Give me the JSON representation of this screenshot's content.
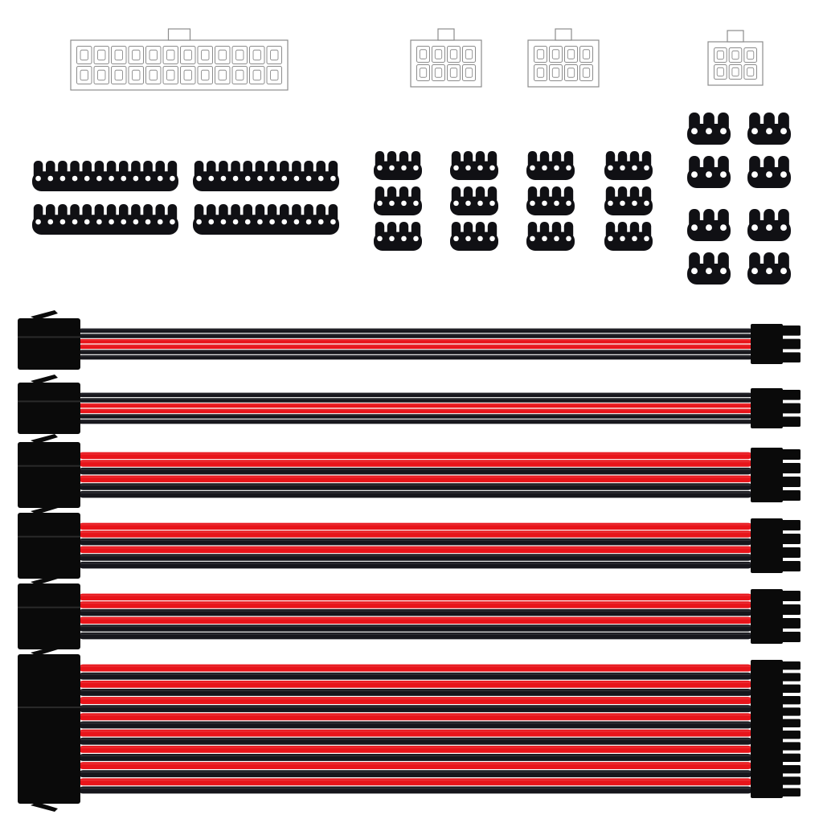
{
  "product": {
    "description_visible_text": "",
    "colors": {
      "background": "#ffffff",
      "sleeve_red": "#e8141a",
      "sleeve_black": "#16161c",
      "connector_black": "#0a0a0a",
      "comb_black": "#101014",
      "diagram_line": "#8c8c8c"
    },
    "diagrams": [
      {
        "name": "24-pin-diagram",
        "cols": 12
      },
      {
        "name": "8-pin-diagram-a",
        "cols": 4
      },
      {
        "name": "8-pin-diagram-b",
        "cols": 4
      },
      {
        "name": "6-pin-diagram",
        "cols": 3
      }
    ],
    "combs": [
      {
        "group": "24-pin-combs",
        "count": 4,
        "slots": 12
      },
      {
        "group": "8-pin-combs",
        "count": 12,
        "slots": 4
      },
      {
        "group": "6-pin-combs",
        "count": 8,
        "slots": 3
      }
    ],
    "cables": [
      {
        "name": "cable-6pin",
        "wires": [
          "k",
          "k",
          "r",
          "r",
          "k",
          "k"
        ],
        "end": "6pin"
      },
      {
        "name": "cable-6pin-2",
        "wires": [
          "k",
          "k",
          "r",
          "r",
          "k",
          "k"
        ],
        "end": "6pin"
      },
      {
        "name": "cable-8pin-a",
        "wires": [
          "r",
          "r",
          "k",
          "r",
          "k",
          "k"
        ],
        "end": "8pin"
      },
      {
        "name": "cable-8pin-b",
        "wires": [
          "r",
          "r",
          "k",
          "r",
          "k",
          "k"
        ],
        "end": "8pin"
      },
      {
        "name": "cable-8pin-c",
        "wires": [
          "r",
          "r",
          "k",
          "r",
          "k",
          "k"
        ],
        "end": "8pin"
      },
      {
        "name": "cable-24pin",
        "wires": [
          "r",
          "k",
          "r",
          "k",
          "r",
          "k",
          "r",
          "k",
          "r",
          "k",
          "r",
          "k",
          "r",
          "k",
          "r",
          "k"
        ],
        "end": "24pin"
      }
    ]
  }
}
